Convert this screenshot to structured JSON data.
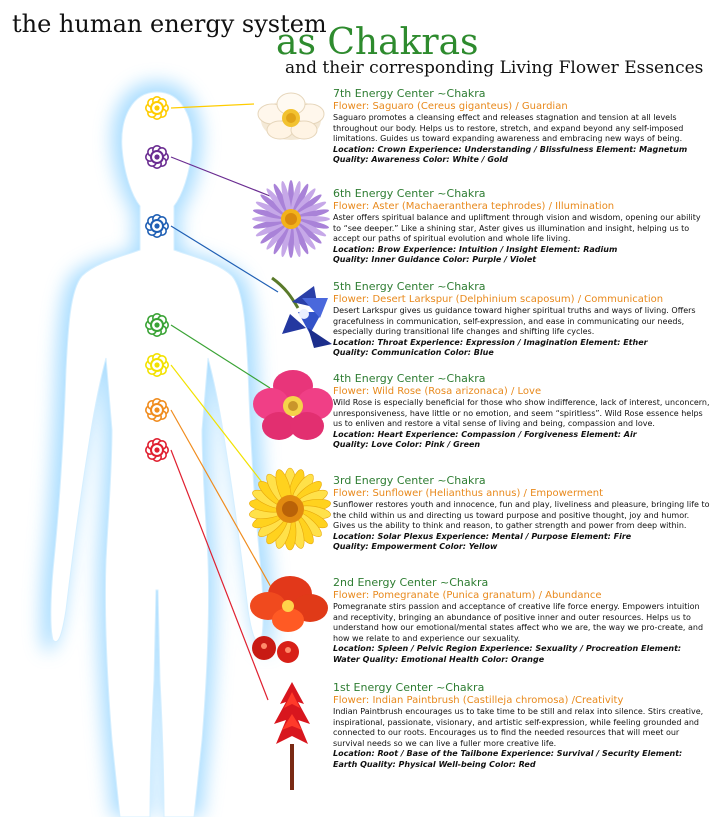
{
  "header": {
    "line1": "the human energy system",
    "line2": "as Chakras",
    "line3": "and their corresponding Living Flower Essences"
  },
  "colors": {
    "green_title": "#2e7d32",
    "orange_flower": "#e8891c",
    "body_glow": "#bfe6ff"
  },
  "chakras": [
    {
      "center": "7th Energy Center ~Chakra",
      "flower": "Flower: Saguaro (Cereus giganteus) / Guardian",
      "desc": "Saguaro promotes a cleansing effect and releases stagnation and tension at all levels throughout our body. Helps us to restore, stretch, and expand  beyond any self-imposed limitations. Guides us toward expanding awareness and embracing new ways of being.",
      "meta1": "Location: Crown  Experience: Understanding / Blissfulness  Element: Magnetum",
      "meta2": "Quality: Awareness  Color: White / Gold",
      "dot_color": "#ffcc00",
      "flower_icon": "saguaro-flower-icon"
    },
    {
      "center": "6th Energy Center ~Chakra",
      "flower": "Flower: Aster (Machaeranthera tephrodes) / Illumination",
      "desc": "Aster offers spiritual balance and upliftment through vision and wisdom, opening our ability to “see deeper.” Like a shining star, Aster gives us illumination and insight, helping us to accept our paths of spiritual evolution and whole life living.",
      "meta1": "Location: Brow  Experience: Intuition / Insight  Element: Radium",
      "meta2": "Quality: Inner Guidance  Color: Purple / Violet",
      "dot_color": "#6a2c91",
      "flower_icon": "aster-flower-icon"
    },
    {
      "center": "5th Energy Center ~Chakra",
      "flower": "Flower: Desert Larkspur (Delphinium scaposum) / Communication",
      "desc": "Desert Larkspur gives us guidance toward higher spiritual truths and ways of living. Offers gracefulness in communication, self-expression, and ease in communicating our needs, especially during transitional life changes and shifting life cycles.",
      "meta1": "Location: Throat  Experience: Expression / Imagination  Element: Ether",
      "meta2": "Quality: Communication  Color: Blue",
      "dot_color": "#1f5fb4",
      "flower_icon": "larkspur-flower-icon"
    },
    {
      "center": "4th Energy Center ~Chakra",
      "flower": "Flower: Wild Rose (Rosa arizonaca) / Love",
      "desc": "Wild Rose is especially beneficial for those who show indifference, lack of interest, unconcern, unresponsiveness, have little or no emotion, and seem “spiritless”. Wild Rose essence helps us to enliven and restore a vital sense of living and being, compassion and love.",
      "meta1": "Location: Heart  Experience: Compassion / Forgiveness  Element: Air",
      "meta2": "Quality: Love  Color: Pink / Green",
      "dot_color": "#3aa335",
      "flower_icon": "wild-rose-flower-icon"
    },
    {
      "center": "3rd Energy Center ~Chakra",
      "flower": "Flower: Sunflower (Helianthus annus) / Empowerment",
      "desc": "Sunflower restores youth and innocence, fun and play, liveliness and pleasure, bringing life to the child within us and directing us toward purpose and positive thought, joy and humor. Gives us the ability to think and reason, to gather strength and power from deep within.",
      "meta1": "Location: Solar Plexus  Experience: Mental / Purpose  Element: Fire",
      "meta2": "Quality: Empowerment  Color: Yellow",
      "dot_color": "#f2e200",
      "flower_icon": "sunflower-flower-icon"
    },
    {
      "center": "2nd Energy Center ~Chakra",
      "flower": "Flower: Pomegranate (Punica granatum) / Abundance",
      "desc": "Pomegranate stirs passion and acceptance of creative life force energy. Empowers intuition and receptivity, bringing an abundance of positive inner and outer resources. Helps us to understand how our emotional/mental states affect who we are, the way we pro-create, and how we relate to and experience our sexuality.",
      "meta1": "Location: Spleen / Pelvic Region  Experience: Sexuality / Procreation  Element:",
      "meta2": "Water  Quality: Emotional Health  Color: Orange",
      "dot_color": "#f08c1e",
      "flower_icon": "pomegranate-flower-icon"
    },
    {
      "center": "1st Energy Center ~Chakra",
      "flower": "Flower: Indian Paintbrush (Castilleja chromosa) /Creativity",
      "desc": "Indian Paintbrush encourages us to take time to be still and relax into silence. Stirs creative, inspirational, passionate, visionary, and artistic self-expression, while feeling grounded and connected to our roots. Encourages us to find the needed resources that will meet our survival needs so we can live a fuller more creative life.",
      "meta1": "Location: Root / Base of the Tailbone  Experience: Survival / Security  Element:",
      "meta2": "Earth  Quality: Physical Well-being  Color: Red",
      "dot_color": "#e02030",
      "flower_icon": "paintbrush-flower-icon"
    }
  ]
}
